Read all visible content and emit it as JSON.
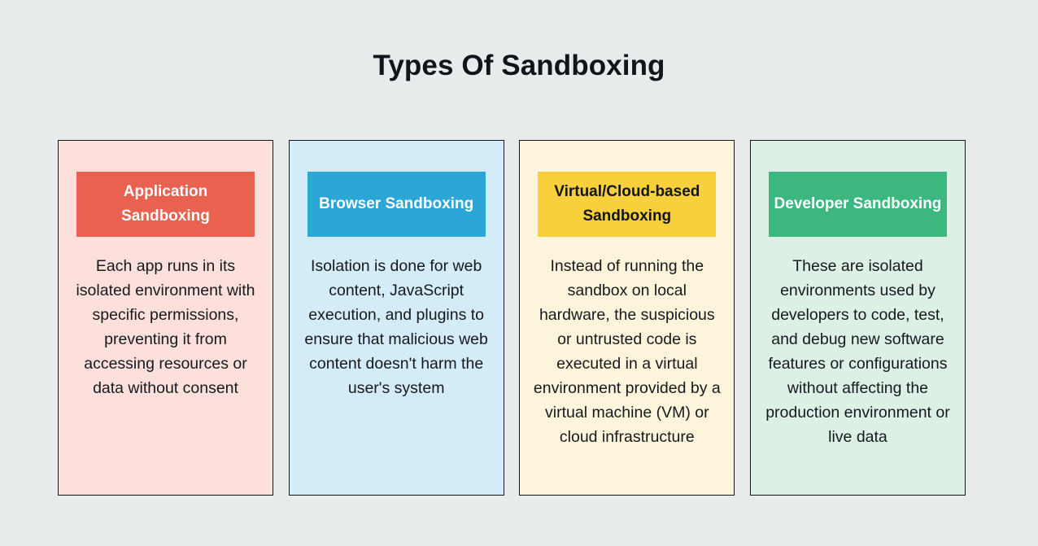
{
  "page": {
    "title": "Types Of Sandboxing",
    "background_color": "#e8ebec"
  },
  "cards": [
    {
      "header": "Application Sandboxing",
      "body": "Each app runs in its isolated environment with specific permissions, preventing it from accessing resources or data without consent",
      "header_bg": "#e9614f",
      "header_text_color": "#ffffff",
      "card_bg": "#fde0dc",
      "border_color": "#14171a"
    },
    {
      "header": "Browser Sandboxing",
      "body": "Isolation is done for web content, JavaScript execution, and plugins to ensure that malicious web content doesn't harm the user's system",
      "header_bg": "#2ca6d6",
      "header_text_color": "#ffffff",
      "card_bg": "#d4ebf8",
      "border_color": "#14171a"
    },
    {
      "header": "Virtual/Cloud-based Sandboxing",
      "body": "Instead of running the sandbox on local hardware, the suspicious or untrusted code is executed in a virtual environment provided by a virtual machine (VM) or cloud infrastructure",
      "header_bg": "#f7d03c",
      "header_text_color": "#111418",
      "card_bg": "#fdf4dc",
      "border_color": "#14171a"
    },
    {
      "header": "Developer Sandboxing",
      "body": "These are isolated environments used by developers to code, test, and debug new software features or configurations without affecting the production environment or live data",
      "header_bg": "#3cb780",
      "header_text_color": "#ffffff",
      "card_bg": "#dcf0e6",
      "border_color": "#14171a"
    }
  ]
}
